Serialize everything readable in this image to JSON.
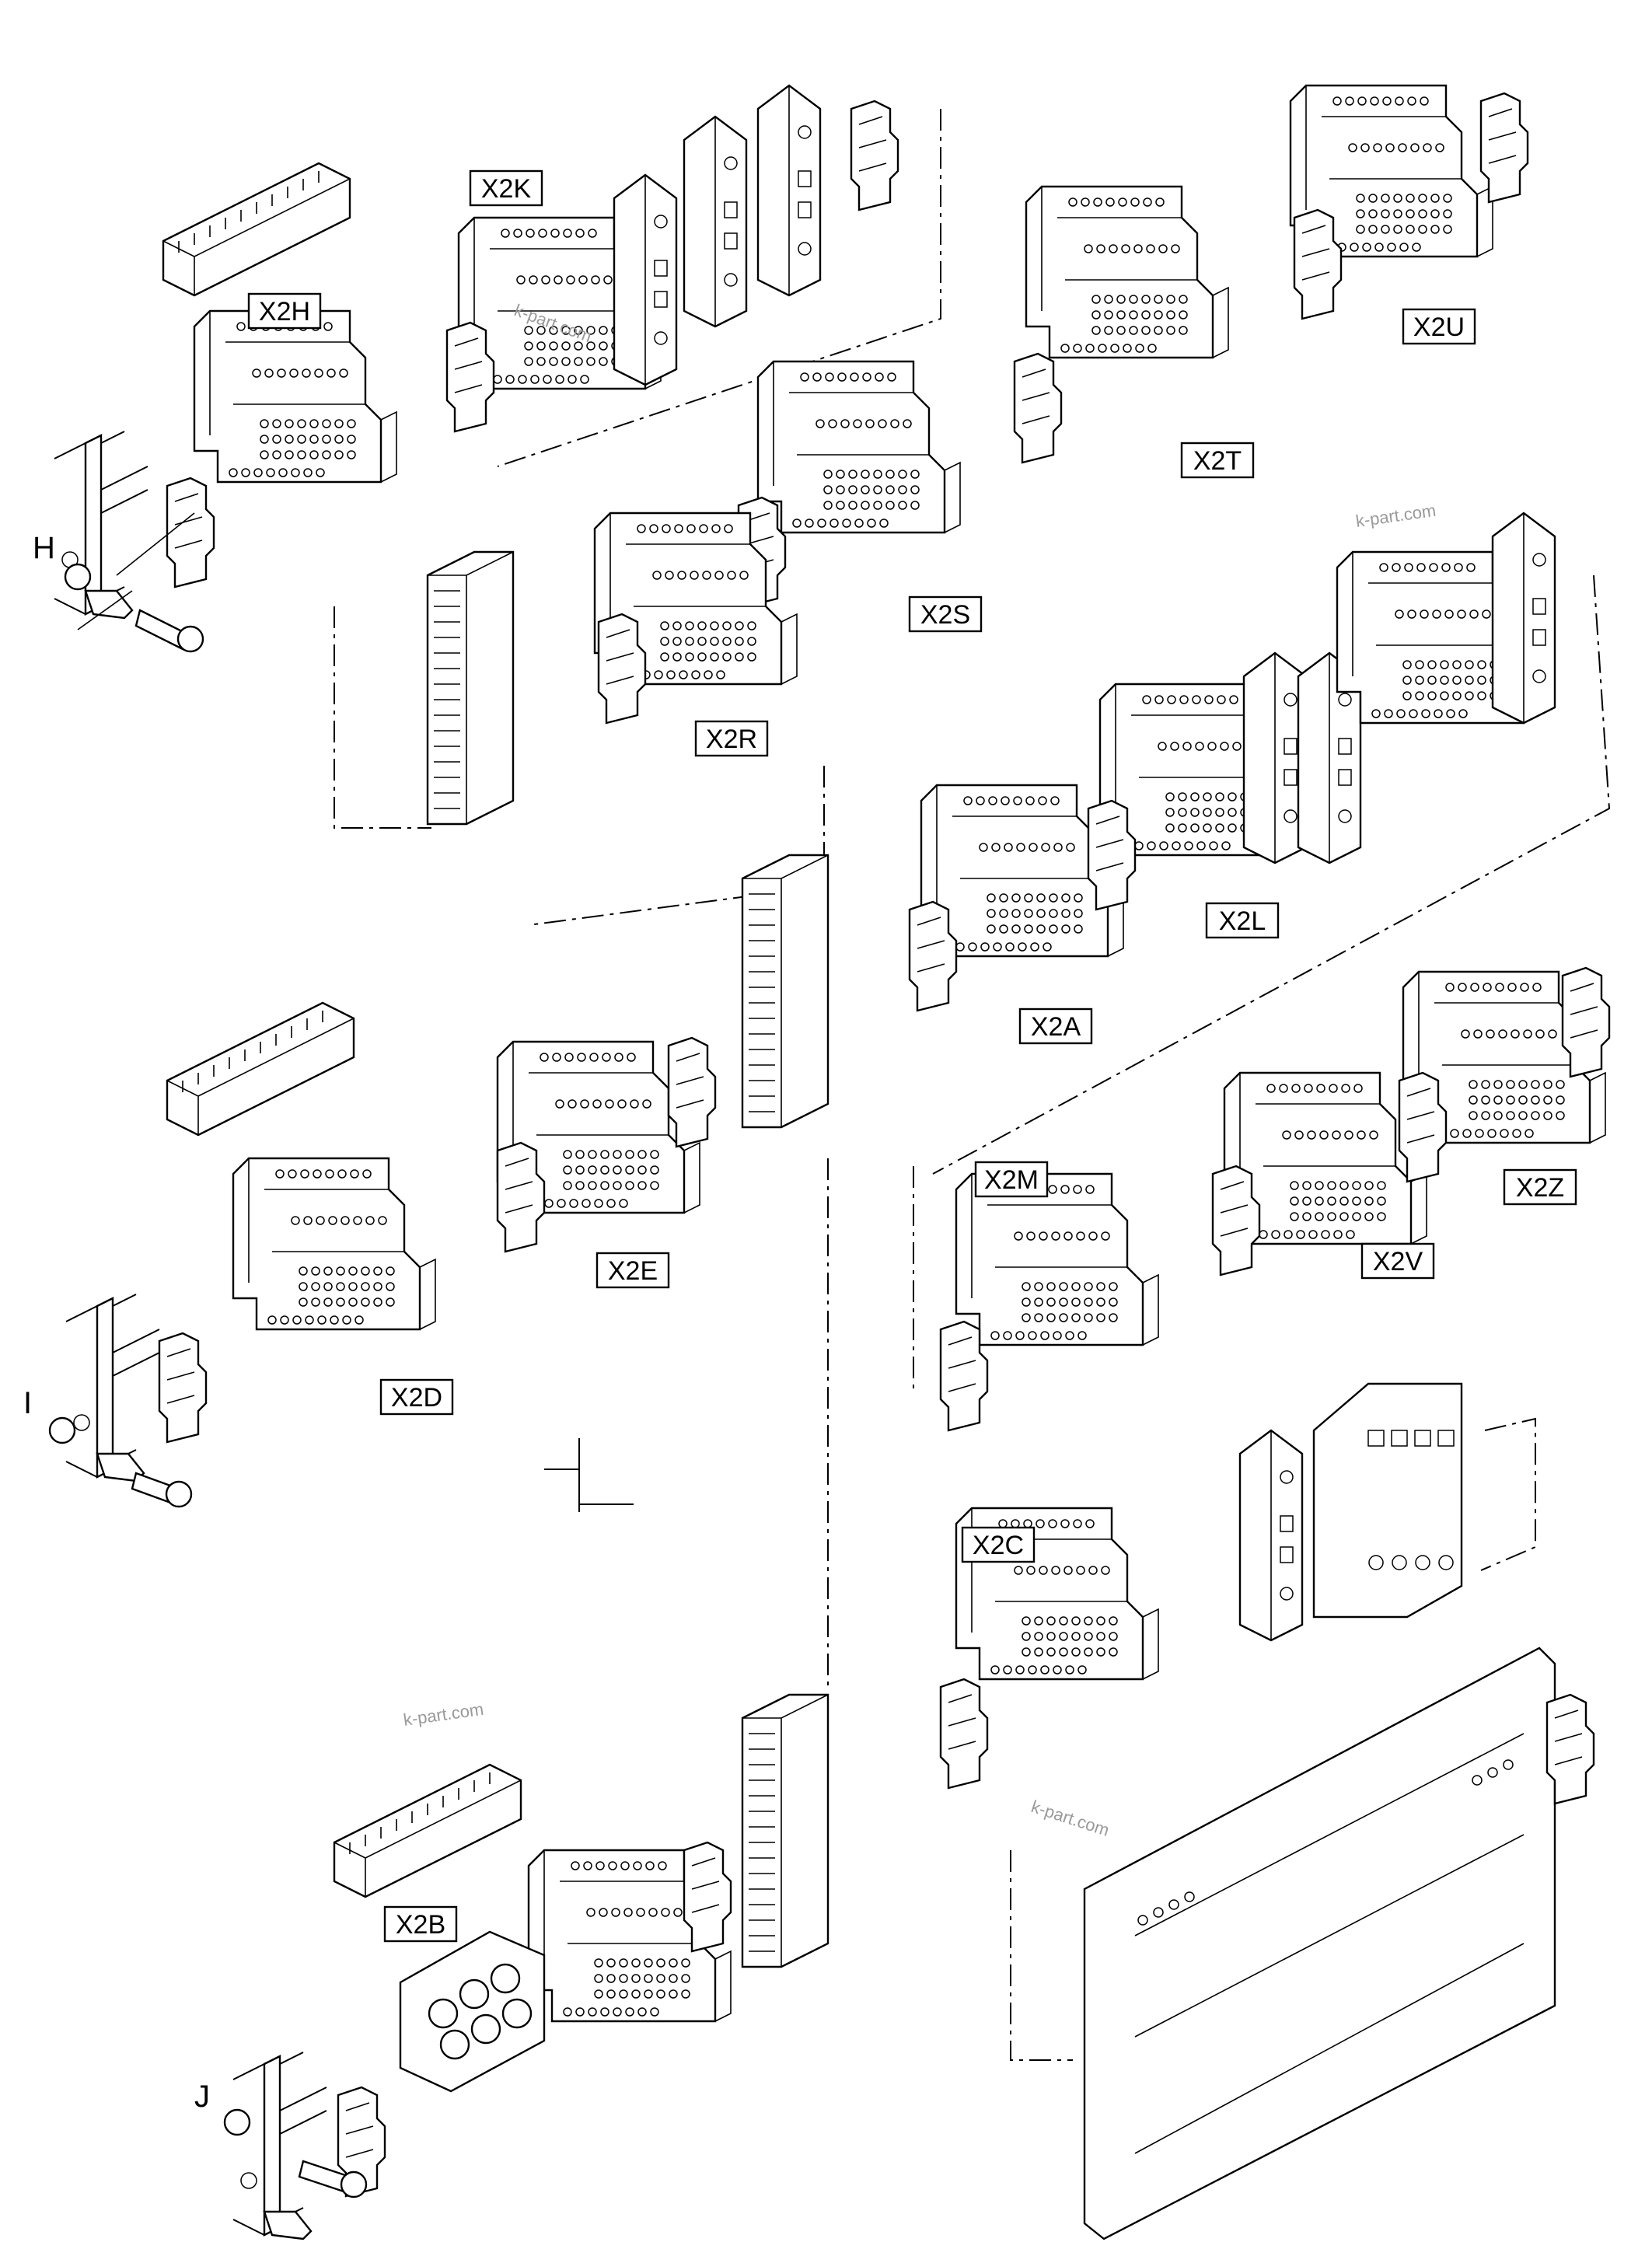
{
  "diagram": {
    "group_letters": [
      "H",
      "I",
      "J"
    ],
    "labels": [
      "X2H",
      "X2K",
      "X2U",
      "X2T",
      "X2S",
      "X2R",
      "X2L",
      "X2A",
      "X2E",
      "X2D",
      "X2M",
      "X2V",
      "X2Z",
      "X2C",
      "X2B"
    ],
    "watermarks": [
      "k-part.com",
      "k-part.com",
      "k-part.com",
      "k-part.com"
    ]
  }
}
